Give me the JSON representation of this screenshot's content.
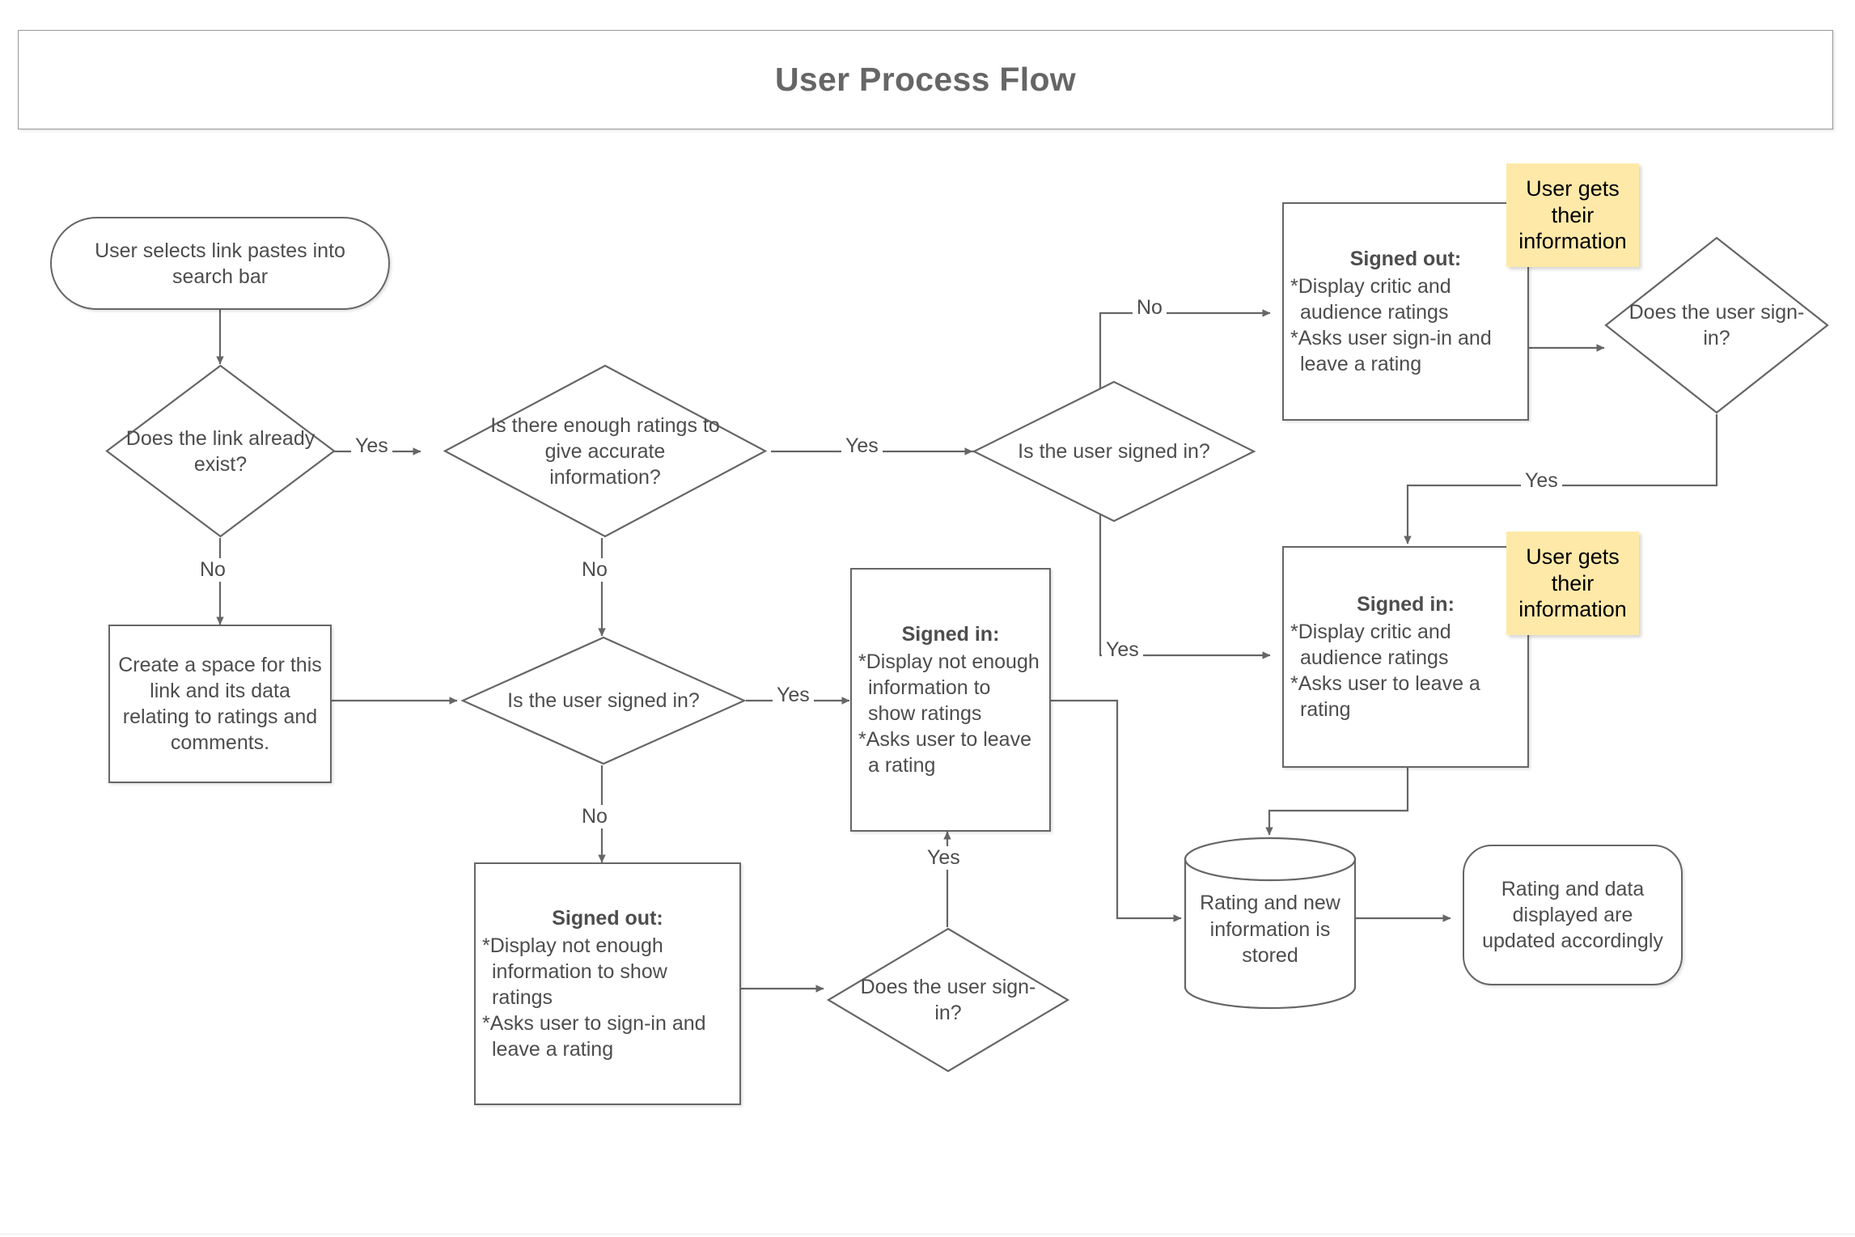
{
  "page": {
    "title": "User Process Flow",
    "background_color": "#ffffff",
    "shape_stroke_color": "#666666",
    "text_color": "#4d4d4d",
    "sticky_color": "#ffe9a8",
    "connector_color": "#666666"
  },
  "nodes": {
    "start": {
      "shape": "terminator",
      "text": "User selects link pastes into search bar"
    },
    "d_link_exists": {
      "shape": "decision",
      "text": "Does the link already exist?"
    },
    "create_space": {
      "shape": "process",
      "text": "Create a space for this link and its data relating to ratings and comments."
    },
    "d_enough_ratings": {
      "shape": "decision",
      "text": "Is there enough ratings to give accurate information?"
    },
    "d_signed_in_left": {
      "shape": "decision",
      "text": "Is the user signed in?"
    },
    "d_signed_in_top": {
      "shape": "decision",
      "text": "Is the user signed in?"
    },
    "signed_in_not_enough": {
      "shape": "process",
      "heading": "Signed in:",
      "lines": [
        "*Display not enough information to show ratings",
        "*Asks user to leave a rating"
      ]
    },
    "signed_out_not_enough": {
      "shape": "process",
      "heading": "Signed out:",
      "lines": [
        "*Display not enough information to show ratings",
        "*Asks user to sign-in and leave a rating"
      ]
    },
    "d_user_signin_bottom": {
      "shape": "decision",
      "text": "Does the user sign-in?"
    },
    "signed_out_ratings": {
      "shape": "process",
      "heading": "Signed out:",
      "lines": [
        "*Display critic and audience ratings",
        "*Asks user sign-in and leave a rating"
      ]
    },
    "d_user_signin_top": {
      "shape": "decision",
      "text": "Does the user sign-in?"
    },
    "signed_in_ratings": {
      "shape": "process",
      "heading": "Signed in:",
      "lines": [
        "*Display critic and audience ratings",
        "*Asks user to leave a rating"
      ]
    },
    "database": {
      "shape": "cylinder",
      "text": "Rating and new information is stored"
    },
    "end": {
      "shape": "rounded-rect",
      "text": "Rating and data displayed are updated accordingly"
    }
  },
  "sticky_notes": [
    {
      "id": "sticky-top",
      "text": "User gets their information"
    },
    {
      "id": "sticky-bottom",
      "text": "User gets their information"
    }
  ],
  "edge_labels": {
    "link_exists_yes": "Yes",
    "link_exists_no": "No",
    "enough_ratings_yes": "Yes",
    "enough_ratings_no": "No",
    "signed_in_left_yes": "Yes",
    "signed_in_left_no": "No",
    "signed_in_top_no": "No",
    "signed_in_top_yes": "Yes",
    "user_signin_top_yes": "Yes",
    "user_signin_bottom_yes": "Yes"
  }
}
